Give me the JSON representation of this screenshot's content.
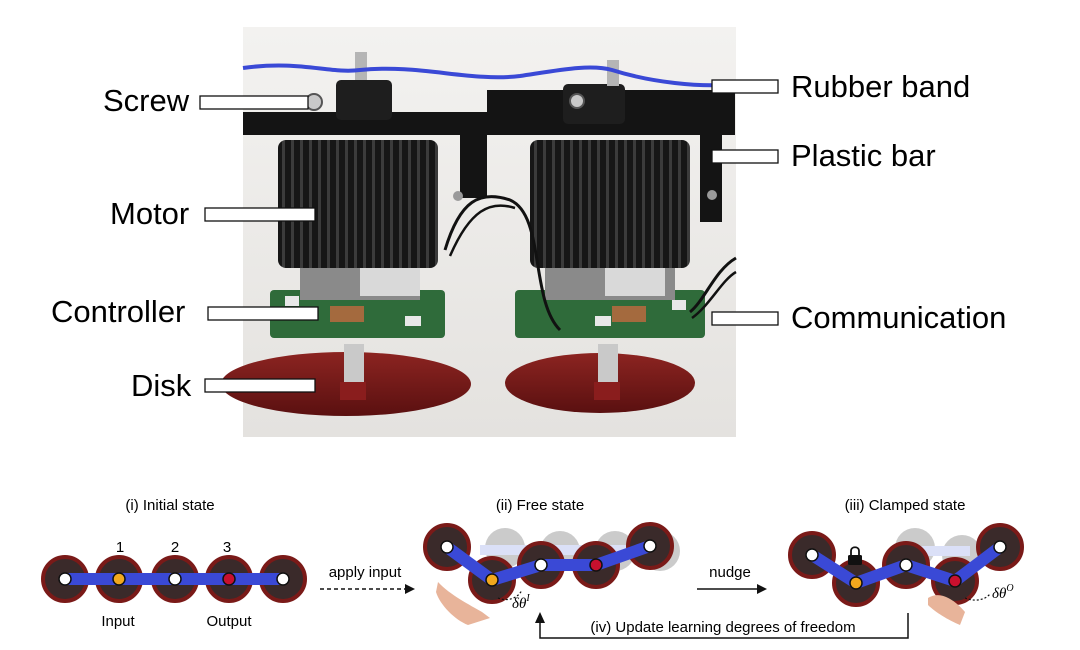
{
  "photo_callouts": {
    "screw": "Screw",
    "motor": "Motor",
    "controller": "Controller",
    "disk": "Disk",
    "rubber_band": "Rubber band",
    "plastic_bar": "Plastic bar",
    "communication": "Communication"
  },
  "panels": {
    "initial": {
      "title": "(i) Initial state",
      "numbers": [
        "1",
        "2",
        "3"
      ],
      "input_label": "Input",
      "output_label": "Output"
    },
    "free": {
      "title": "(ii) Free state",
      "delta_label": "δθ",
      "delta_sup": "I"
    },
    "clamped": {
      "title": "(iii) Clamped state",
      "delta_label": "δθ",
      "delta_sup": "O"
    }
  },
  "transitions": {
    "apply_input": "apply input",
    "nudge": "nudge",
    "update": "(iv) Update learning degrees of freedom"
  },
  "colors": {
    "link": "#3a49d6",
    "input_joint": "#f2a81d",
    "output_joint": "#c8102e",
    "disk": "#7a1a18",
    "heatsink": "#1b1b1b",
    "pcb": "#2f6b3a",
    "hand": "#e8b49a"
  }
}
